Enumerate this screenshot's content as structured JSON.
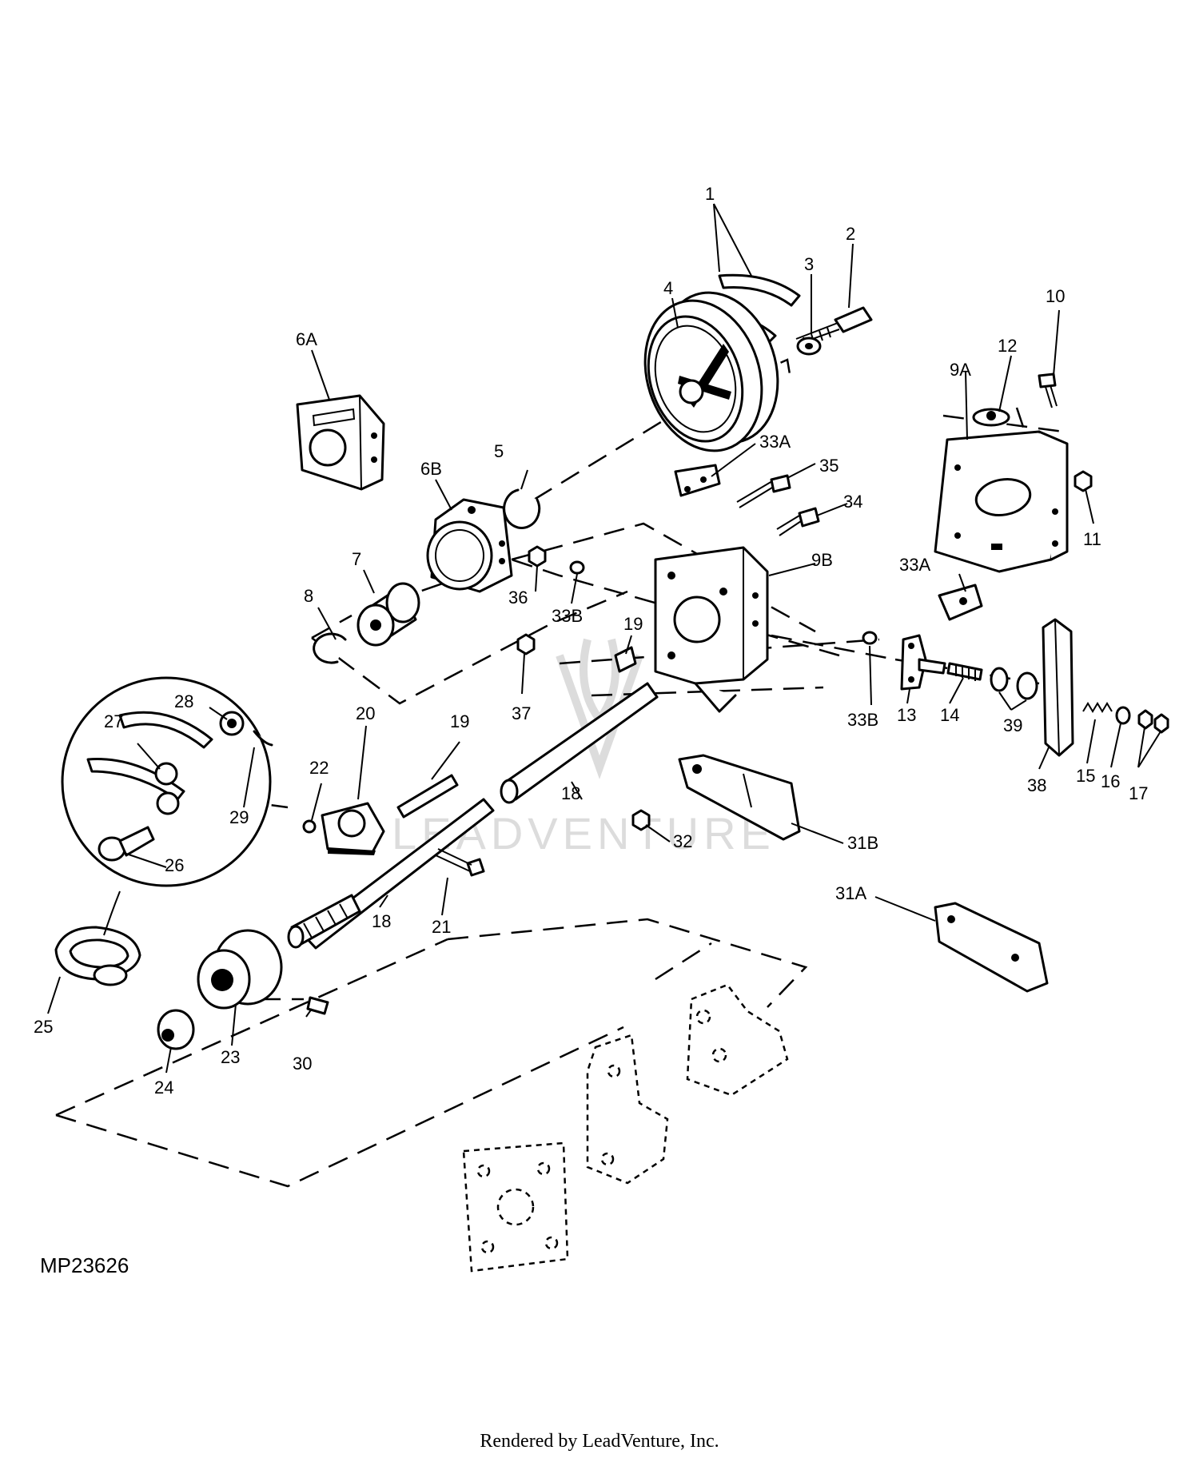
{
  "figure_id": "MP23626",
  "watermark": "LEADVENTURE",
  "footer": "Rendered by LeadVenture, Inc.",
  "callouts": [
    {
      "id": "1",
      "text": "1"
    },
    {
      "id": "2",
      "text": "2"
    },
    {
      "id": "3",
      "text": "3"
    },
    {
      "id": "4",
      "text": "4"
    },
    {
      "id": "5",
      "text": "5"
    },
    {
      "id": "6A",
      "text": "6A"
    },
    {
      "id": "6B",
      "text": "6B"
    },
    {
      "id": "7",
      "text": "7"
    },
    {
      "id": "8",
      "text": "8"
    },
    {
      "id": "9A",
      "text": "9A"
    },
    {
      "id": "9B",
      "text": "9B"
    },
    {
      "id": "10",
      "text": "10"
    },
    {
      "id": "11",
      "text": "11"
    },
    {
      "id": "12",
      "text": "12"
    },
    {
      "id": "13",
      "text": "13"
    },
    {
      "id": "14",
      "text": "14"
    },
    {
      "id": "15",
      "text": "15"
    },
    {
      "id": "16",
      "text": "16"
    },
    {
      "id": "17",
      "text": "17"
    },
    {
      "id": "18a",
      "text": "18"
    },
    {
      "id": "18b",
      "text": "18"
    },
    {
      "id": "19a",
      "text": "19"
    },
    {
      "id": "19b",
      "text": "19"
    },
    {
      "id": "20",
      "text": "20"
    },
    {
      "id": "21",
      "text": "21"
    },
    {
      "id": "22",
      "text": "22"
    },
    {
      "id": "23",
      "text": "23"
    },
    {
      "id": "24",
      "text": "24"
    },
    {
      "id": "25",
      "text": "25"
    },
    {
      "id": "26",
      "text": "26"
    },
    {
      "id": "27",
      "text": "27"
    },
    {
      "id": "28",
      "text": "28"
    },
    {
      "id": "29",
      "text": "29"
    },
    {
      "id": "30",
      "text": "30"
    },
    {
      "id": "31A",
      "text": "31A"
    },
    {
      "id": "31B",
      "text": "31B"
    },
    {
      "id": "32",
      "text": "32"
    },
    {
      "id": "33Aa",
      "text": "33A"
    },
    {
      "id": "33Ab",
      "text": "33A"
    },
    {
      "id": "33Ba",
      "text": "33B"
    },
    {
      "id": "33Bb",
      "text": "33B"
    },
    {
      "id": "34",
      "text": "34"
    },
    {
      "id": "35",
      "text": "35"
    },
    {
      "id": "36",
      "text": "36"
    },
    {
      "id": "37",
      "text": "37"
    },
    {
      "id": "38",
      "text": "38"
    },
    {
      "id": "39",
      "text": "39"
    }
  ]
}
